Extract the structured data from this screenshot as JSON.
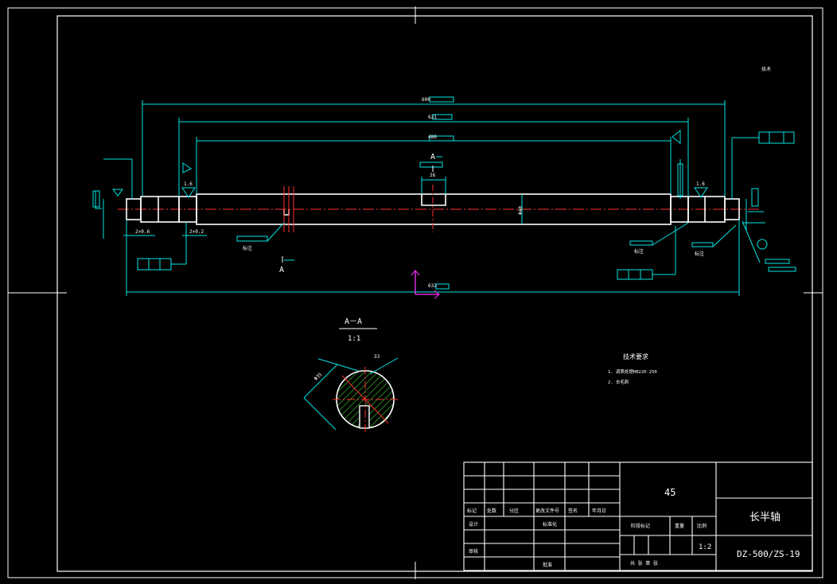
{
  "drawing": {
    "dims": {
      "overall": "600",
      "inner": "621",
      "body": "480",
      "bottom": "632",
      "dia_main": "Φ40",
      "key_depth": "26",
      "section_width": "33",
      "section_dia": "Φ35"
    },
    "labels": {
      "section_marker": "A",
      "section_title": "A－A",
      "section_scale": "1:1",
      "chamfer_left": "1.6",
      "chamfer_right": "1.6",
      "tol_left_a": "2×0.6",
      "tol_left_b": "2×0.2",
      "top_right_note": "技术",
      "spec_tag": "标注",
      "spec_tag_2": "标注",
      "spec_tag_3": "标注"
    },
    "notes": {
      "title": "技术要求",
      "line1": "1. 调质处理HB220-250",
      "line2": "2. 去毛刺"
    },
    "colors": {
      "background": "#000000",
      "line_white": "#ffffff",
      "line_cyan": "#00e5e5",
      "center_red": "#ff3030",
      "axis_magenta": "#ff30ff",
      "hatch_green": "#2fbf2f"
    }
  },
  "title_block": {
    "material": "45",
    "part_name": "长半轴",
    "drawing_number": "DZ-500/ZS-19",
    "scale": "1:2",
    "row_labels": [
      "标记",
      "处数",
      "分区",
      "更改文件号",
      "签名",
      "年月日"
    ],
    "design_label": "设计",
    "std_label": "标准化",
    "check_label": "审核",
    "approve_label": "批准",
    "stage_label": "阶段标记",
    "weight_label": "重量",
    "scale_label": "比例",
    "sheet_label": "共 张 第 张"
  }
}
